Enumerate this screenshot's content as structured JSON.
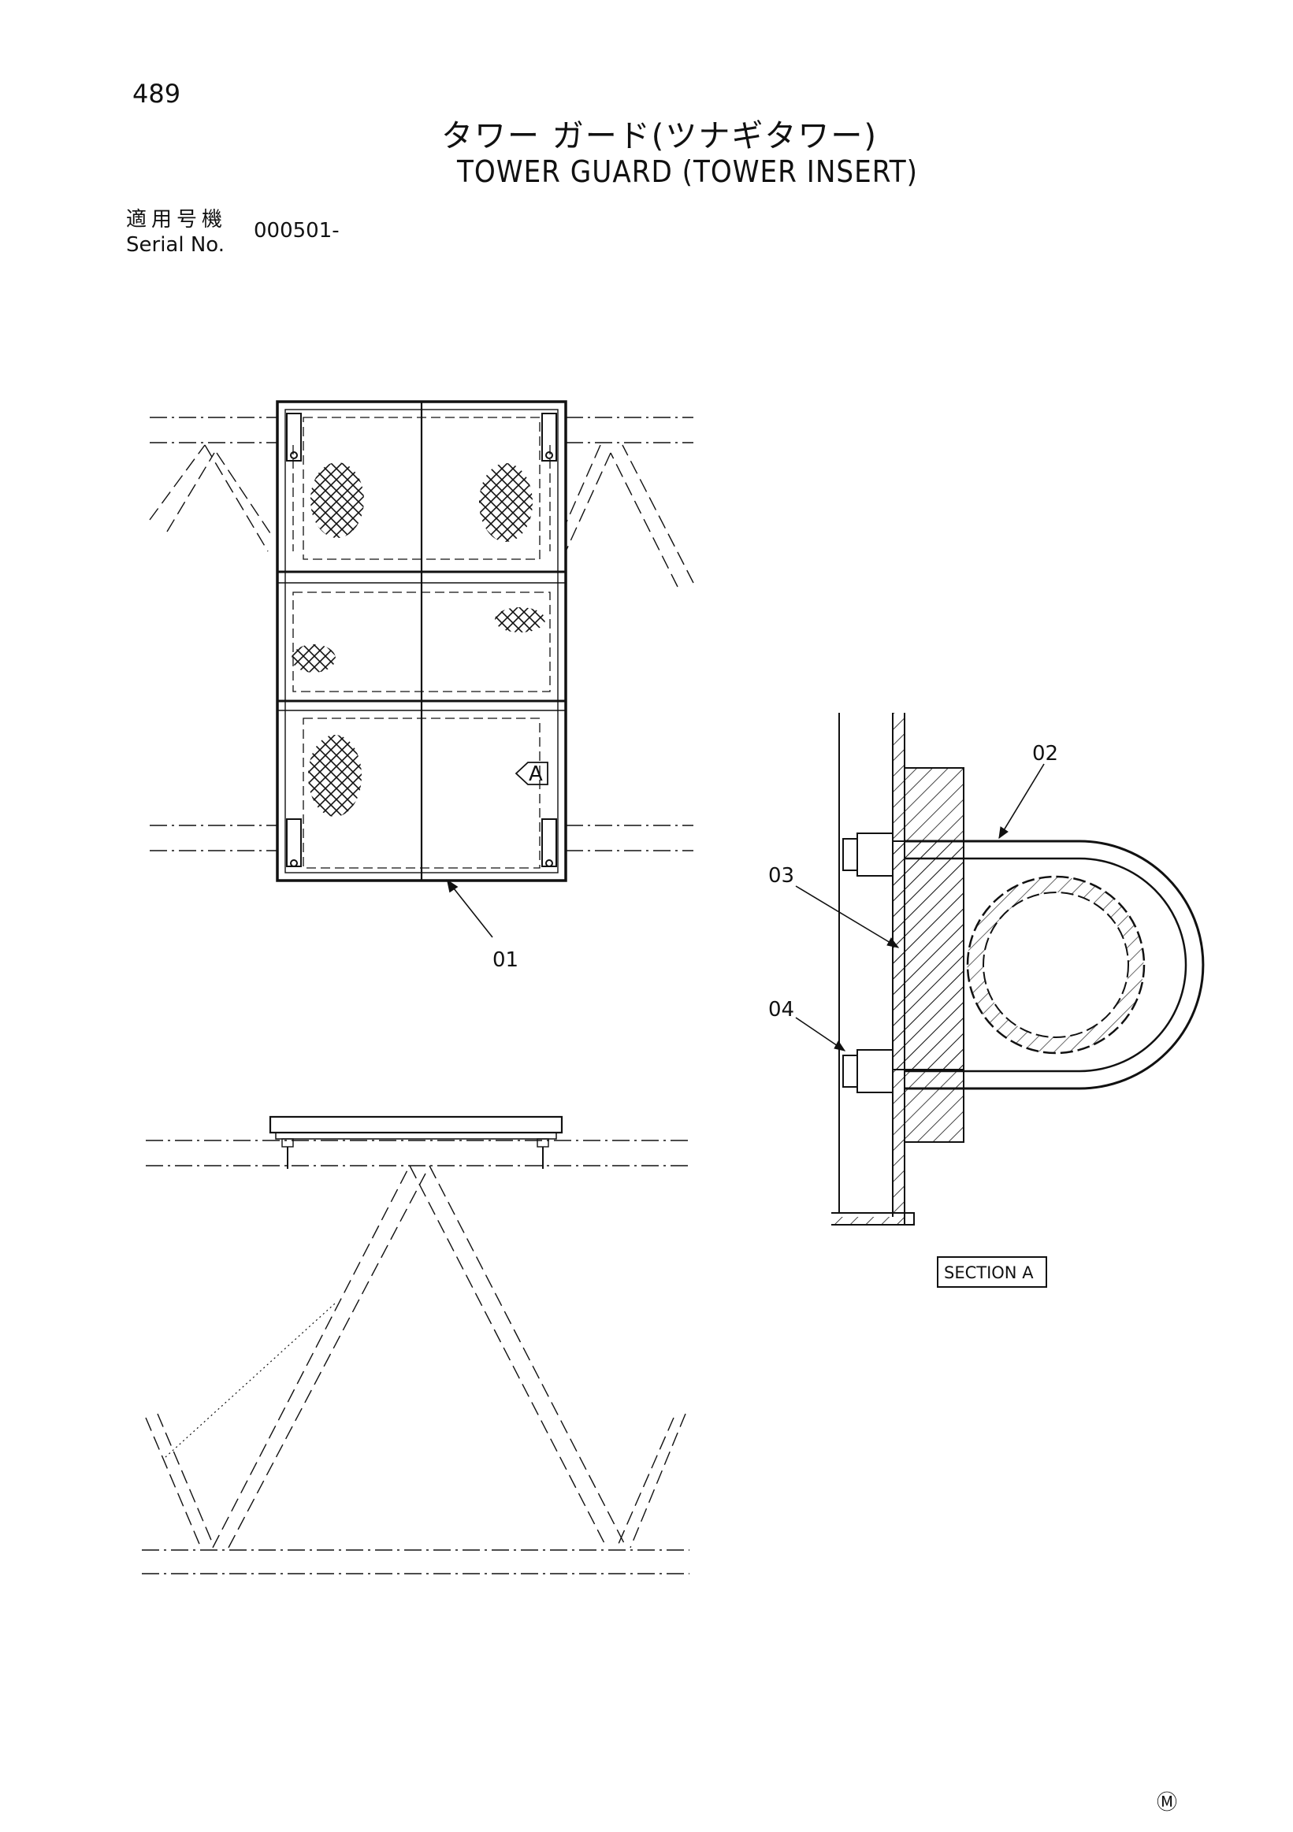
{
  "page_number": "489",
  "title": {
    "japanese": "タワー ガード(ツナギタワー)",
    "english": "TOWER GUARD (TOWER INSERT)"
  },
  "serial": {
    "label_jp": "適用号機",
    "label_en": "Serial No.",
    "value": "000501-"
  },
  "callouts": {
    "part_01": "01",
    "part_02": "02",
    "part_03": "03",
    "part_04": "04",
    "view_arrow": "A"
  },
  "section_label": "SECTION A",
  "corner_mark": "Ⓜ"
}
